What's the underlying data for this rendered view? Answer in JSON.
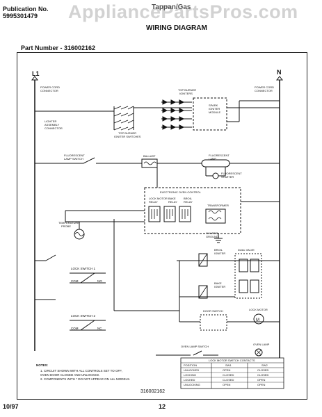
{
  "header": {
    "publication_label": "Publication No.",
    "publication_number": "5995301479",
    "brand": "Tappan/Gas",
    "title": "WIRING DIAGRAM",
    "watermark": "AppliancePartsPros.com"
  },
  "part_number_label": "Part Number - 316002162",
  "diagram": {
    "l1": "L1",
    "n": "N",
    "power_cord_left": [
      "POWER CORD",
      "CONNECTOR"
    ],
    "power_cord_right": [
      "POWER CORD",
      "CONNECTOR"
    ],
    "lighter_connector": [
      "LIGHTER",
      "ASSEMBLY",
      "CONNECTOR"
    ],
    "top_burner_switches": [
      "TOP BURNER",
      "IGNITER SWITCHES"
    ],
    "top_burner_igniters": [
      "TOP BURNER",
      "IGNITERS"
    ],
    "spark_module": [
      "SPARK",
      "IGNITER",
      "MODULE"
    ],
    "fluorescent_lamp_switch": [
      "FLUORESCENT",
      "LAMP SWITCH"
    ],
    "ballast": "BALLAST",
    "fluorescent_lamp": [
      "FLUORESCENT",
      "LAMP"
    ],
    "fluorescent_starter": [
      "FLUORESCENT",
      "STARTER"
    ],
    "electronic_oven_control": "ELECTRONIC OVEN CONTROL",
    "lock_motor_relay": [
      "LOCK MOTOR",
      "RELAY"
    ],
    "bake_relay": [
      "BAKE",
      "RELAY"
    ],
    "broil_relay": [
      "BROIL",
      "RELAY"
    ],
    "transformer": "TRANSFORMER",
    "temperature_probe": [
      "TEMPERATURE",
      "PROBE"
    ],
    "chassis_ground": [
      "CHASSIS",
      "GROUND"
    ],
    "broil_igniter": [
      "BROIL",
      "IGNITER"
    ],
    "bake_igniter": [
      "BAKE",
      "IGNITER"
    ],
    "dual_valve": "DUAL VALVE",
    "lock_switch_1": "LOCK SWITCH 1",
    "lock_switch_2": "LOCK SWITCH 2",
    "door_switch": "DOOR SWITCH",
    "oven_lamp_switch": "OVEN LAMP SWITCH",
    "lock_motor": "LOCK MOTOR",
    "oven_lamp": "OVEN LAMP",
    "com": "COM",
    "nc": "NC",
    "no": "NO",
    "table_title": "LOCK MOTOR SWITCH CONTACTS",
    "table_head": [
      "POSITION",
      "SW1",
      "SW2"
    ],
    "table_rows": [
      [
        "UNLOCKED",
        "OPEN",
        "CLOSED"
      ],
      [
        "LOCKING",
        "CLOSED",
        "CLOSED"
      ],
      [
        "LOCKED",
        "CLOSED",
        "OPEN"
      ],
      [
        "UNLOCKING",
        "OPEN",
        "OPEN"
      ]
    ],
    "notes_title": "NOTES:",
    "notes": [
      "1. CIRCUIT SHOWN WITH ALL CONTROLS SET TO OFF,",
      "   OVEN DOOR CLOSED AND UNLOCKED.",
      "2. COMPONENTS WITH * DO NOT APPEAR ON ALL MODELS."
    ],
    "drawing_number": "316002162"
  },
  "footer": {
    "date": "10/97",
    "page": "12"
  }
}
